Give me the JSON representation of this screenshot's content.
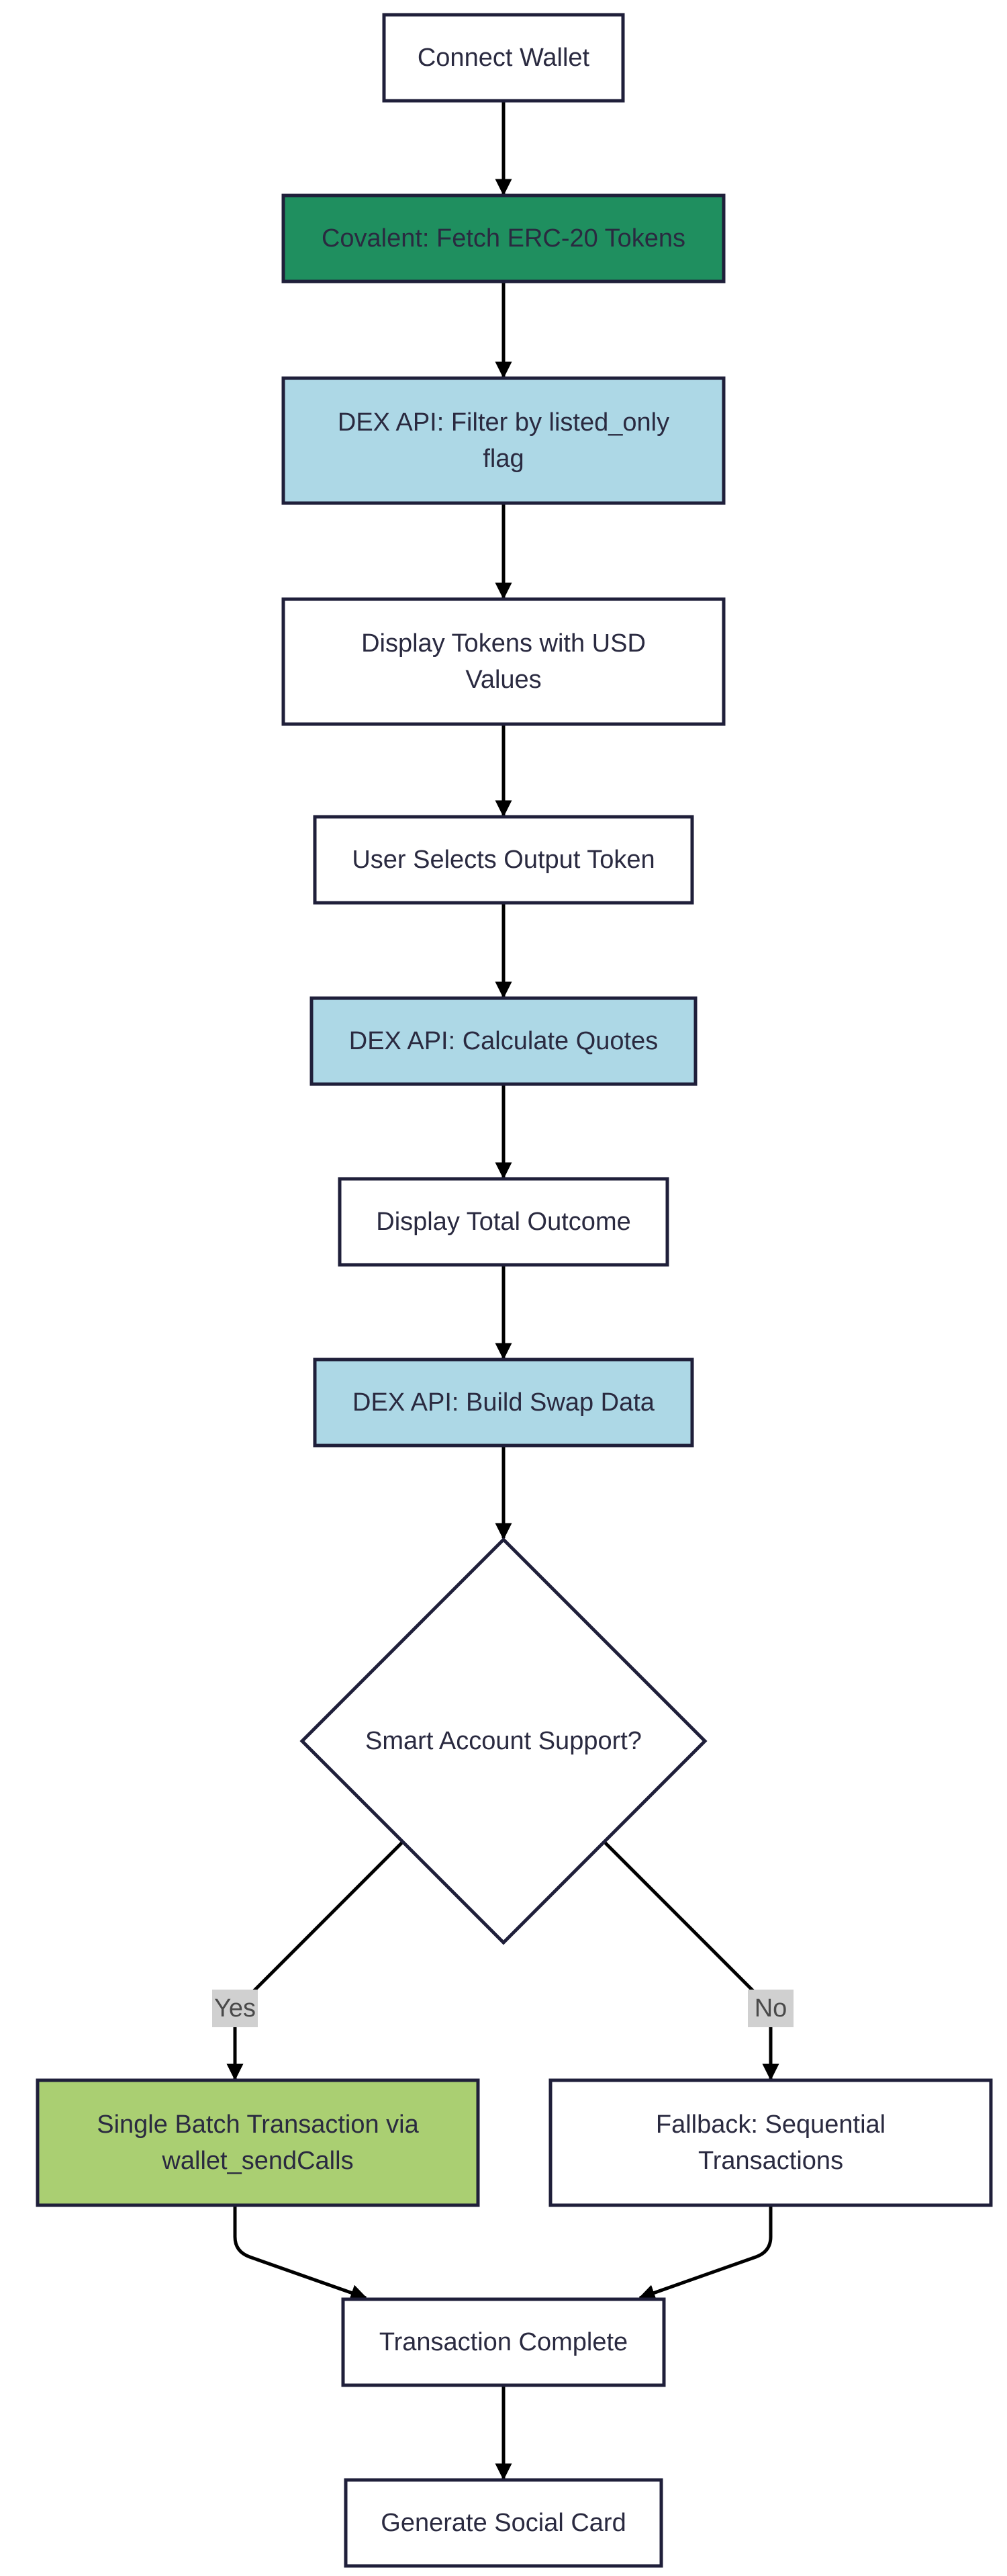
{
  "colors": {
    "white": "#ffffff",
    "dark_green": "#1f8f5f",
    "light_blue": "#add8e6",
    "light_green": "#aacf72",
    "border": "#1f1f3a",
    "arrow": "#000000",
    "label_bg": "#d0d0d0"
  },
  "nodes": [
    {
      "id": "connect",
      "lines": [
        "Connect Wallet"
      ],
      "color": "white"
    },
    {
      "id": "covalent",
      "lines": [
        "Covalent: Fetch ERC-20 Tokens"
      ],
      "color": "dark_green"
    },
    {
      "id": "filter",
      "lines": [
        "DEX API: Filter by listed_only",
        "flag"
      ],
      "color": "light_blue"
    },
    {
      "id": "display-tokens",
      "lines": [
        "Display Tokens with USD",
        "Values"
      ],
      "color": "white"
    },
    {
      "id": "select",
      "lines": [
        "User Selects Output Token"
      ],
      "color": "white"
    },
    {
      "id": "quotes",
      "lines": [
        "DEX API: Calculate Quotes"
      ],
      "color": "light_blue"
    },
    {
      "id": "outcome",
      "lines": [
        "Display Total Outcome"
      ],
      "color": "white"
    },
    {
      "id": "build",
      "lines": [
        "DEX API: Build Swap Data"
      ],
      "color": "light_blue"
    },
    {
      "id": "decision",
      "lines": [
        "Smart Account Support?"
      ],
      "color": "white",
      "shape": "diamond"
    },
    {
      "id": "batch",
      "lines": [
        "Single Batch Transaction via",
        "wallet_sendCalls"
      ],
      "color": "light_green"
    },
    {
      "id": "fallback",
      "lines": [
        "Fallback: Sequential",
        "Transactions"
      ],
      "color": "white"
    },
    {
      "id": "complete",
      "lines": [
        "Transaction Complete"
      ],
      "color": "white"
    },
    {
      "id": "social",
      "lines": [
        "Generate Social Card"
      ],
      "color": "white"
    }
  ],
  "edges": [
    {
      "from": "connect",
      "to": "covalent"
    },
    {
      "from": "covalent",
      "to": "filter"
    },
    {
      "from": "filter",
      "to": "display-tokens"
    },
    {
      "from": "display-tokens",
      "to": "select"
    },
    {
      "from": "select",
      "to": "quotes"
    },
    {
      "from": "quotes",
      "to": "outcome"
    },
    {
      "from": "outcome",
      "to": "build"
    },
    {
      "from": "build",
      "to": "decision"
    },
    {
      "from": "decision",
      "to": "batch",
      "label": "Yes"
    },
    {
      "from": "decision",
      "to": "fallback",
      "label": "No"
    },
    {
      "from": "batch",
      "to": "complete"
    },
    {
      "from": "fallback",
      "to": "complete"
    },
    {
      "from": "complete",
      "to": "social"
    }
  ]
}
